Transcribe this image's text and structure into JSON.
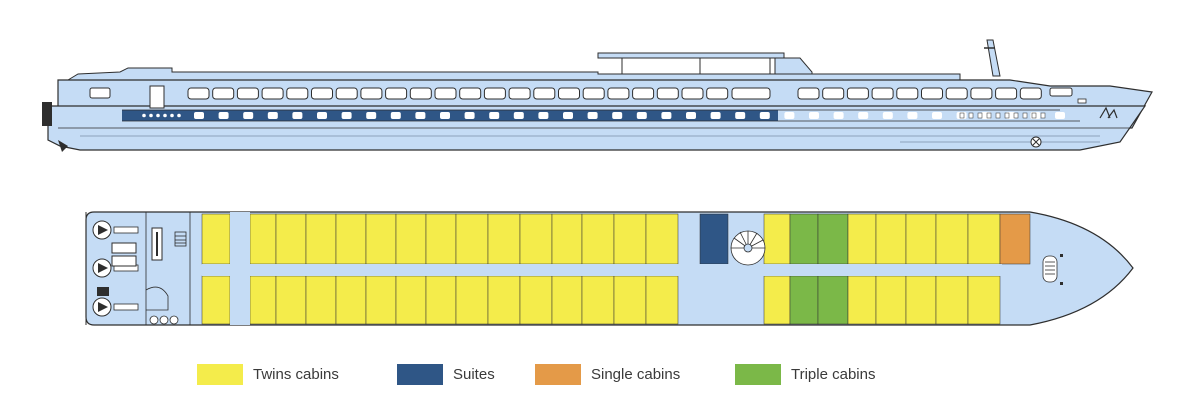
{
  "colors": {
    "hull": "#c5dcf5",
    "outline": "#2e2e2e",
    "stripe": "#2f5686",
    "window": "#ffffff",
    "twins": "#f4ec4b",
    "suite": "#2f5686",
    "single": "#e49a48",
    "triple": "#7bb848",
    "corridor": "#c5dcf5"
  },
  "legend": [
    {
      "key": "twins",
      "label": "Twins cabins",
      "color": "#f4ec4b"
    },
    {
      "key": "suite",
      "label": "Suites",
      "color": "#2f5686"
    },
    {
      "key": "single",
      "label": "Single cabins",
      "color": "#e49a48"
    },
    {
      "key": "triple",
      "label": "Triple cabins",
      "color": "#7bb848"
    }
  ]
}
